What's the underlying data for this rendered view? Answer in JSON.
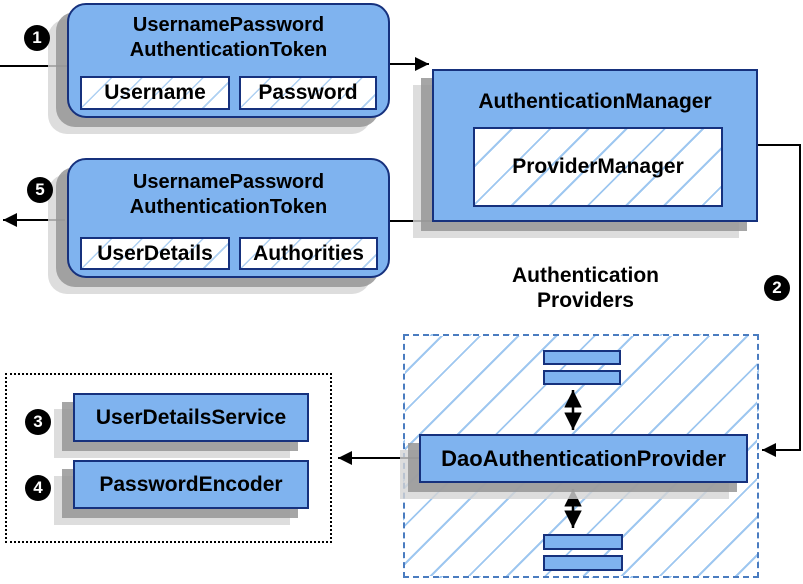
{
  "colors": {
    "node_fill": "#7fb3ef",
    "node_border": "#16317d",
    "hatch_line": "#9ec7f0",
    "providers_group_border": "#4a7cc0",
    "group_border_black": "#000000",
    "connector": "#000000",
    "shadow": "#969696",
    "step_badge_bg": "#000000",
    "step_badge_text": "#ffffff"
  },
  "nodes": {
    "request_token": {
      "title": [
        "UsernamePassword",
        "AuthenticationToken"
      ],
      "fields": [
        "Username",
        "Password"
      ]
    },
    "authentication_manager": {
      "title": "AuthenticationManager",
      "inner": "ProviderManager"
    },
    "response_token": {
      "title": [
        "UsernamePassword",
        "AuthenticationToken"
      ],
      "fields": [
        "UserDetails",
        "Authorities"
      ]
    },
    "providers_group": {
      "label": [
        "Authentication",
        "Providers"
      ]
    },
    "dao_provider": {
      "title": "DaoAuthenticationProvider"
    },
    "user_details_service": {
      "title": "UserDetailsService"
    },
    "password_encoder": {
      "title": "PasswordEncoder"
    }
  },
  "steps": [
    {
      "number": "1"
    },
    {
      "number": "2"
    },
    {
      "number": "3"
    },
    {
      "number": "4"
    },
    {
      "number": "5"
    }
  ]
}
